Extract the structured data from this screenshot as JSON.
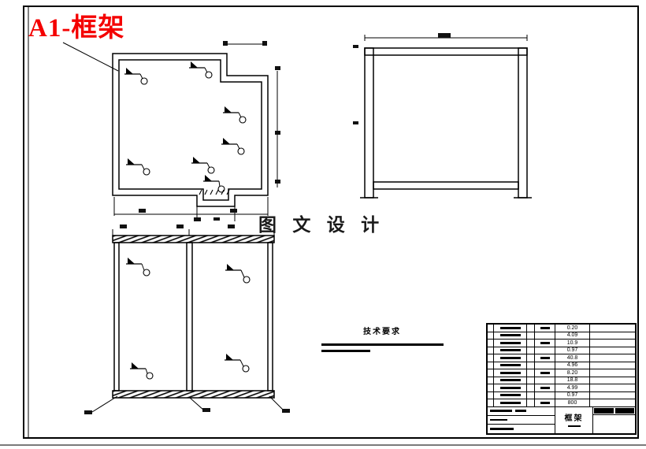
{
  "title": "A1-框架",
  "watermark": "图 文 设 计",
  "tech_req": {
    "label": "技术要求"
  },
  "title_block": {
    "part_name": "框架",
    "rows": [
      {
        "value": "0.20"
      },
      {
        "value": "4.09"
      },
      {
        "value": "10.9"
      },
      {
        "value": "0.97"
      },
      {
        "value": "40.8"
      },
      {
        "value": "4.96"
      },
      {
        "value": "8.20"
      },
      {
        "value": "18.8"
      },
      {
        "value": "4.99"
      },
      {
        "value": "0.97"
      },
      {
        "value": "800"
      }
    ]
  },
  "colors": {
    "title_red": "#f40000",
    "line_black": "#000000",
    "background": "#ffffff"
  }
}
